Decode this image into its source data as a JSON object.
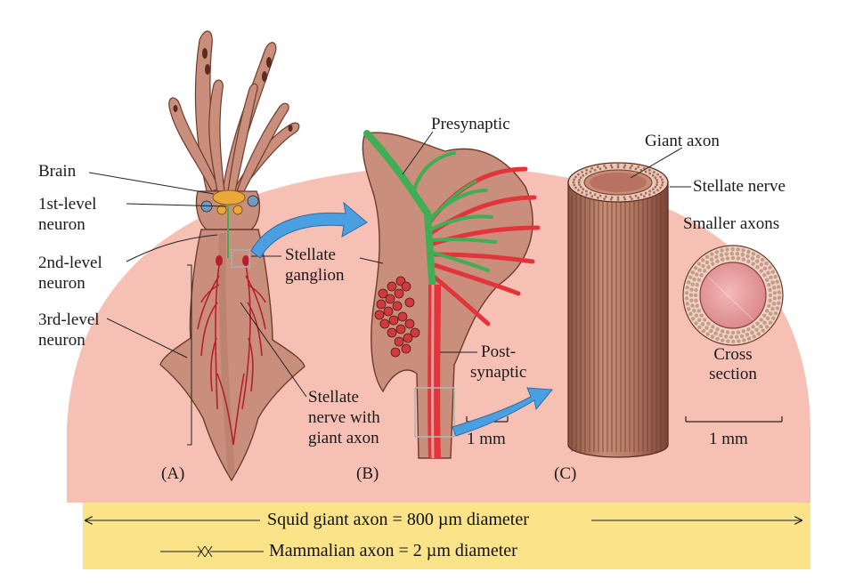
{
  "panel_a": {
    "letter": "(A)",
    "labels": {
      "brain": "Brain",
      "first_level_l1": "1st-level",
      "first_level_l2": "neuron",
      "second_level_l1": "2nd-level",
      "second_level_l2": "neuron",
      "third_level_l1": "3rd-level",
      "third_level_l2": "neuron",
      "stellate_ganglion_l1": "Stellate",
      "stellate_ganglion_l2": "ganglion",
      "stellate_nerve_l1": "Stellate",
      "stellate_nerve_l2": "nerve with",
      "stellate_nerve_l3": "giant axon"
    }
  },
  "panel_b": {
    "letter": "(B)",
    "labels": {
      "presynaptic": "Presynaptic",
      "postsynaptic_l1": "Post-",
      "postsynaptic_l2": "synaptic",
      "scale": "1 mm"
    }
  },
  "panel_c": {
    "letter": "(C)",
    "labels": {
      "giant_axon": "Giant axon",
      "stellate_nerve": "Stellate nerve",
      "smaller_axons": "Smaller axons",
      "cross_section_l1": "Cross",
      "cross_section_l2": "section",
      "scale": "1 mm"
    }
  },
  "comparison": {
    "squid": "Squid giant axon = 800 µm diameter",
    "mammal": "Mammalian axon = 2 µm diameter"
  },
  "colors": {
    "dome": "#f7c0b5",
    "band": "#fbe38a",
    "squid_skin": "#c98f7c",
    "squid_dark": "#8a4f3d",
    "nerve_red": "#b81f2a",
    "presynaptic_green": "#3fae55",
    "postsynaptic_red": "#e2343b",
    "arrow_blue": "#4a9fe0",
    "ganglion_orange": "#e8a93a",
    "axon_cylinder": "#b77a63"
  }
}
